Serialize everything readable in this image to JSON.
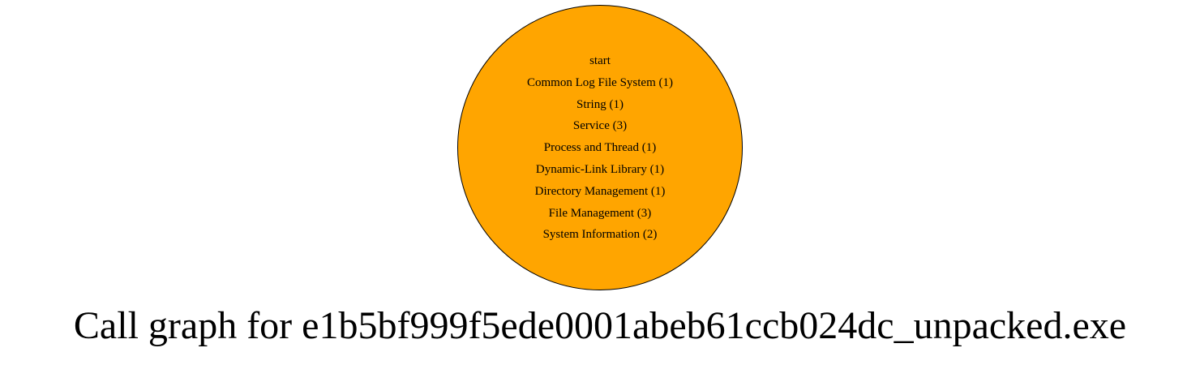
{
  "graph": {
    "title": "Call graph for e1b5bf999f5ede0001abeb61ccb024dc_unpacked.exe",
    "node": {
      "fill_color": "#ffa500",
      "border_color": "#000000",
      "labels": [
        "start",
        "Common Log File System (1)",
        "String (1)",
        "Service (3)",
        "Process and Thread (1)",
        "Dynamic-Link Library (1)",
        "Directory Management (1)",
        "File Management (3)",
        "System Information (2)"
      ]
    }
  }
}
